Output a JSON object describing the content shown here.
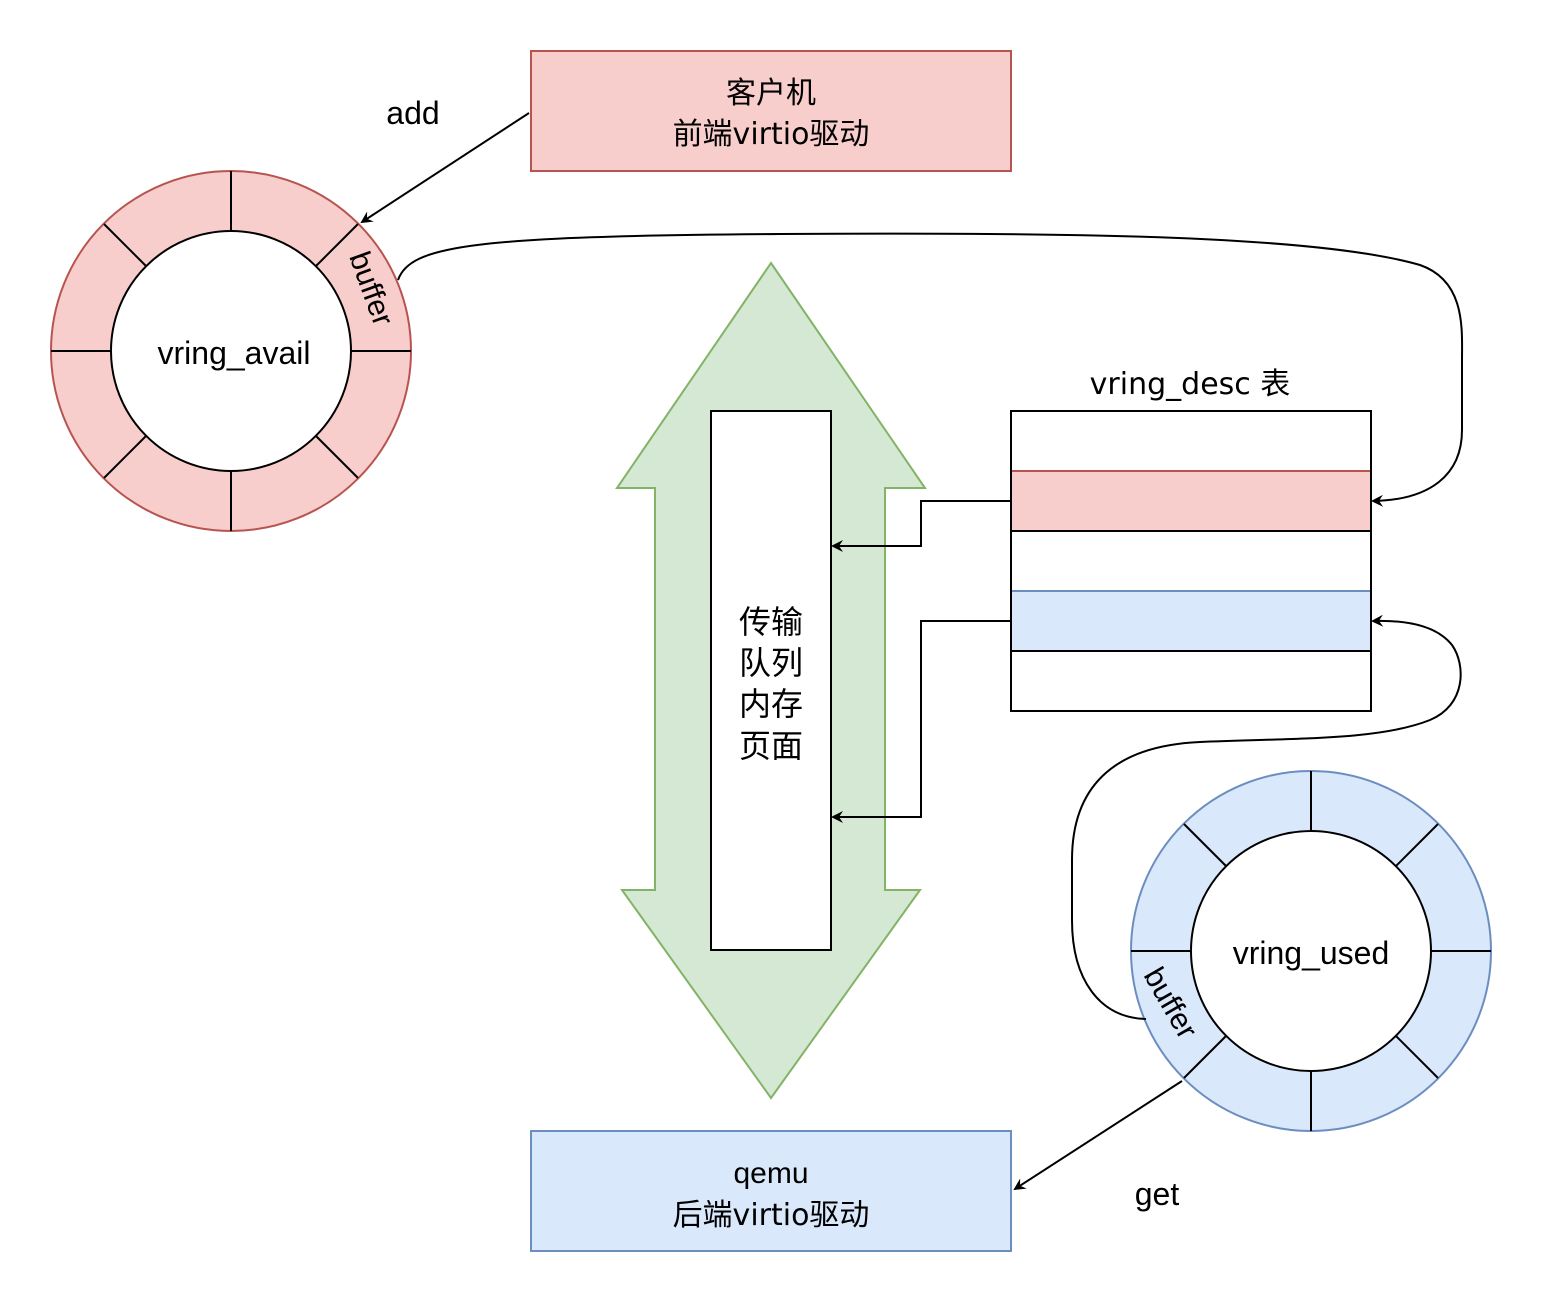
{
  "colors": {
    "red_fill": "#f8cecc",
    "red_stroke": "#b85450",
    "blue_fill": "#dae8fc",
    "blue_stroke": "#6c8ebf",
    "green_fill": "#d5e8d4",
    "green_stroke": "#82b366",
    "line": "#000000"
  },
  "guest_box": {
    "line1": "客户机",
    "line2": "前端virtio驱动"
  },
  "qemu_box": {
    "line1": "qemu",
    "line2": "后端virtio驱动"
  },
  "labels": {
    "add": "add",
    "get": "get"
  },
  "avail_ring": {
    "label": "vring_avail",
    "buffer_label": "buffer"
  },
  "used_ring": {
    "label": "vring_used",
    "buffer_label": "buffer"
  },
  "desc_table": {
    "title": "vring_desc 表",
    "rows": 5
  },
  "memory_page": {
    "lines": [
      "传输",
      "队列",
      "内存",
      "页面"
    ]
  }
}
